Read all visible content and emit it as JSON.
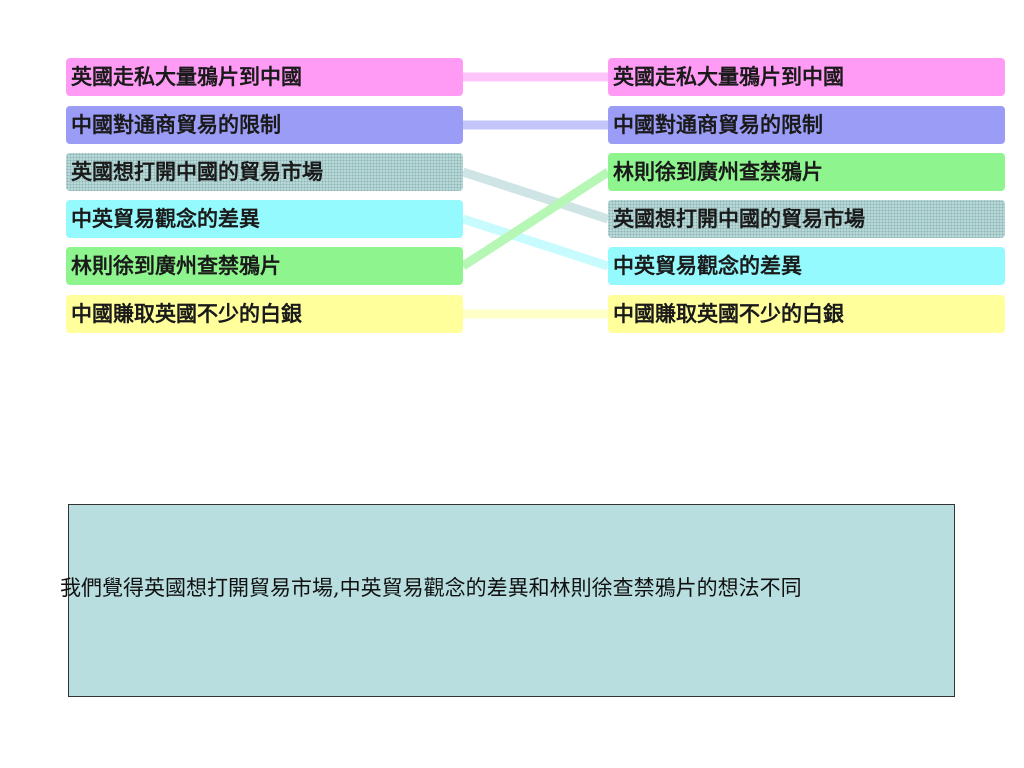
{
  "left_column": [
    {
      "label": "英國走私大量鴉片到中國",
      "color": "#ff9bf5"
    },
    {
      "label": "中國對通商貿易的限制",
      "color": "#9a9cf6"
    },
    {
      "label": "英國想打開中國的貿易市場",
      "color": "#b9d8d8"
    },
    {
      "label": "中英貿易觀念的差異",
      "color": "#95fafd"
    },
    {
      "label": "林則徐到廣州查禁鴉片",
      "color": "#8ef58e"
    },
    {
      "label": "中國賺取英國不少的白銀",
      "color": "#ffff9c"
    }
  ],
  "right_column": [
    {
      "label": "英國走私大量鴉片到中國",
      "color": "#ff9bf5"
    },
    {
      "label": "中國對通商貿易的限制",
      "color": "#9a9cf6"
    },
    {
      "label": "林則徐到廣州查禁鴉片",
      "color": "#8ef58e"
    },
    {
      "label": "英國想打開中國的貿易市場",
      "color": "#b9d8d8"
    },
    {
      "label": "中英貿易觀念的差異",
      "color": "#95fafd"
    },
    {
      "label": "中國賺取英國不少的白銀",
      "color": "#ffff9c"
    }
  ],
  "links": [
    {
      "from": 0,
      "to": 0,
      "color": "#ffc4fa"
    },
    {
      "from": 1,
      "to": 1,
      "color": "#c4c6fb"
    },
    {
      "from": 2,
      "to": 3,
      "color": "#cfe4e4"
    },
    {
      "from": 3,
      "to": 4,
      "color": "#c8fbfd"
    },
    {
      "from": 4,
      "to": 2,
      "color": "#b6f7b6"
    },
    {
      "from": 5,
      "to": 5,
      "color": "#ffffc8"
    }
  ],
  "note": {
    "text": "我們覺得英國想打開貿易市場,中英貿易觀念的差異和林則徐查禁鴉片的想法不同"
  }
}
